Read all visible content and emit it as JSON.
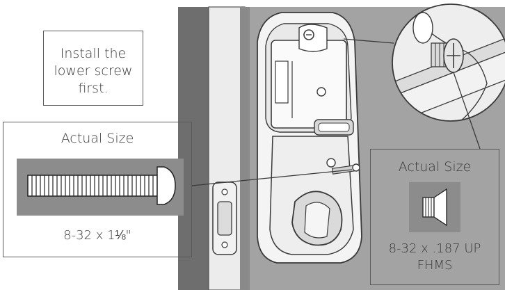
{
  "callouts": {
    "install_note": [
      "Install the",
      "lower screw",
      "first."
    ],
    "long_screw": {
      "title": "Actual Size",
      "size": "8-32 x 1⅛\""
    },
    "short_screw": {
      "title": "Actual Size",
      "size_line1": "8-32 x .187 UP",
      "size_line2": "FHMS"
    }
  },
  "colors": {
    "door_dark": "#6e6e6e",
    "door_mid": "#9a9a9a",
    "frame_light": "#e6e6e6",
    "swatch_gray": "#8c8c8c",
    "line": "#3a3a3a"
  },
  "icons": [
    "deadbolt-lock-body",
    "phillips-screw-zoom",
    "machine-screw",
    "flat-head-screw",
    "strike-plate"
  ]
}
